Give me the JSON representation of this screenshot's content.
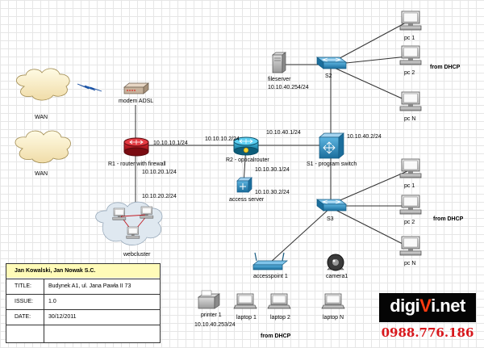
{
  "clouds": {
    "wan_top": "WAN",
    "wan_mid": "WAN",
    "webcluster": "webcluster"
  },
  "devices": {
    "modem": "modem ADSL",
    "r1": "R1 - router with firewall",
    "r2": "R2 - opticalrouter",
    "access_server": "access server",
    "s1": "S1 - program switch",
    "s2": "S2",
    "s3": "S3",
    "fileserver": "fileserver",
    "accesspoint": "accesspoint 1",
    "camera": "camera1",
    "printer": "printer 1",
    "laptop1": "laptop 1",
    "laptop2": "laptop 2",
    "laptopN": "laptop N",
    "s2_pcs": [
      "pc 1",
      "pc 2",
      "pc N"
    ],
    "s3_pcs": [
      "pc 1",
      "pc 2",
      "pc N"
    ]
  },
  "ips": {
    "r1_r2": "10.10.10.1/24",
    "r2_r1": "10.10.10.2/24",
    "r1_down": "10.10.20.1/24",
    "webcluster": "10.10.20.2/24",
    "r2_s1": "10.10.40.1/24",
    "s1_in": "10.10.40.2/24",
    "r2_down": "10.10.30.1/24",
    "access_server": "10.10.30.2/24",
    "fileserver": "10.10.40.254/24",
    "printer": "10.10.40.253/24"
  },
  "notes": {
    "dhcp_s2": "from DHCP",
    "dhcp_s3": "from DHCP",
    "dhcp_bottom": "from DHCP"
  },
  "title_block": {
    "authors": "Jan Kowalski, Jan Nowak S.C.",
    "title_key": "TITLE:",
    "title_value": "Budynek A1, ul. Jana Pawła II 73",
    "issue_key": "ISSUE:",
    "issue_value": "1.0",
    "date_key": "DATE:",
    "date_value": "30/12/2011"
  },
  "brand": {
    "name_left": "digi",
    "name_mid": "V",
    "name_right": "i.net",
    "phone": "0988.776.186"
  },
  "colors": {
    "router": "#b5101a",
    "optical_router": "#1a8fb8",
    "switch": "#2a86b8",
    "accent_red": "#d8161b"
  }
}
